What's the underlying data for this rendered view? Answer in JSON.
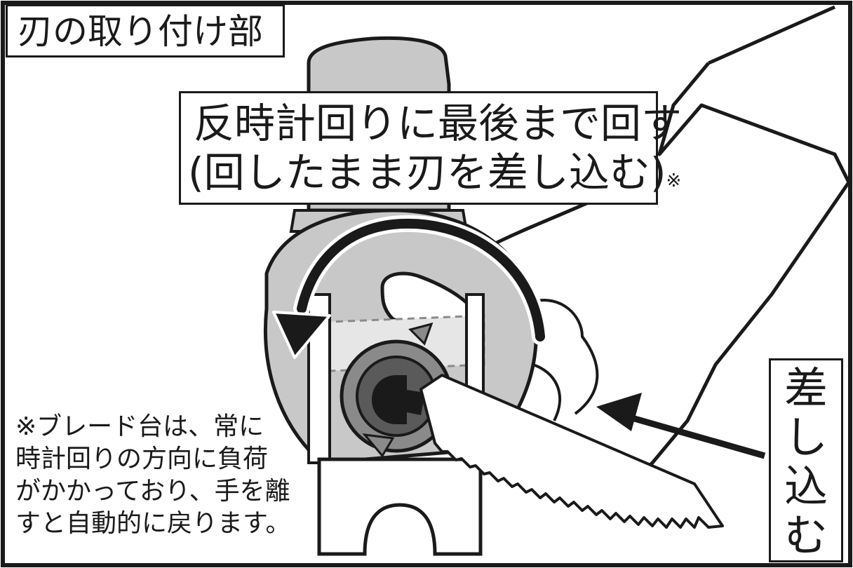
{
  "title": "刃の取り付け部",
  "instruction": {
    "line1": "反時計回りに最後まで回す",
    "line2": "(回したまま刃を差し込む)",
    "mark": "※"
  },
  "insert_label": [
    "差",
    "し",
    "込",
    "む"
  ],
  "note": {
    "line1": "※ブレード台は、常に",
    "line2": "時計回りの方向に負荷",
    "line3": "がかかっており、手を離",
    "line4": "すと自動的に戻ります。"
  },
  "colors": {
    "line": "#1a1a1a",
    "gray_fill": "#c8c8c8",
    "mid_gray": "#8a8a8a",
    "light_fill": "#e6e6e6",
    "background": "#ffffff"
  }
}
